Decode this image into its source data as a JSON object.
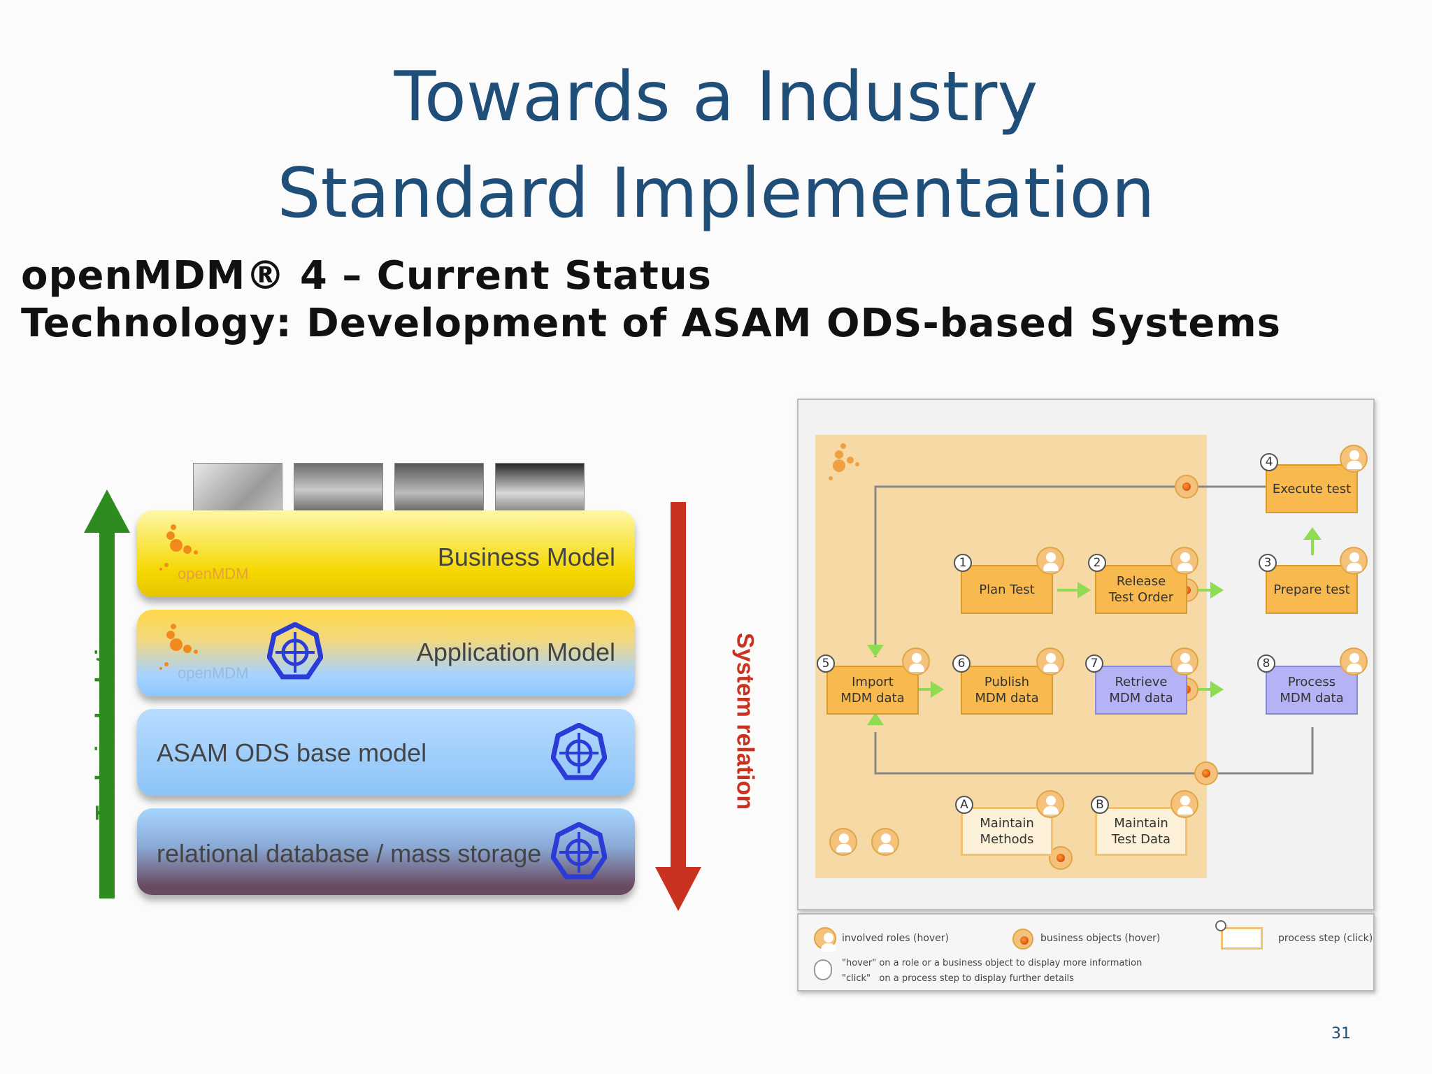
{
  "slide": {
    "title_line1": "Towards a Industry",
    "title_line2": "Standard Implementation",
    "page_number": "31"
  },
  "heading": {
    "line1": "openMDM® 4 – Current Status",
    "line2": "Technology: Development of ASAM ODS-based Systems"
  },
  "stack": {
    "left_arrow_label": "Technical relation",
    "right_arrow_label": "System relation",
    "left_arrow_color": "#2e8b1e",
    "right_arrow_color": "#c8321e",
    "logo_text": "openMDM",
    "layers": [
      {
        "label": "Business Model",
        "color_top": "#fff59a",
        "color_bottom": "#f0d000"
      },
      {
        "label": "Application Model",
        "color_top": "#ffd94a",
        "color_bottom": "#9fd0ff"
      },
      {
        "label": "ASAM ODS base model",
        "color_top": "#a8d6ff",
        "color_bottom": "#7ebcf4"
      },
      {
        "label": "relational database / mass storage",
        "color_top": "#9fd0ff",
        "color_bottom": "#5c3a4e"
      }
    ]
  },
  "process": {
    "steps": [
      {
        "num": "1",
        "label": "Plan Test"
      },
      {
        "num": "2",
        "label": "Release\nTest Order"
      },
      {
        "num": "3",
        "label": "Prepare test"
      },
      {
        "num": "4",
        "label": "Execute test"
      },
      {
        "num": "5",
        "label": "Import\nMDM data"
      },
      {
        "num": "6",
        "label": "Publish\nMDM data"
      },
      {
        "num": "7",
        "label": "Retrieve\nMDM data"
      },
      {
        "num": "8",
        "label": "Process\nMDM data"
      },
      {
        "num": "A",
        "label": "Maintain\nMethods"
      },
      {
        "num": "B",
        "label": "Maintain\nTest Data"
      }
    ],
    "legend": {
      "roles": "involved roles (hover)",
      "objects": "business objects (hover)",
      "step": "process step (click)",
      "hover_note": "\"hover\" on a role or a business object to display more information",
      "click_note": "\"click\"   on a process step to display further details"
    }
  }
}
